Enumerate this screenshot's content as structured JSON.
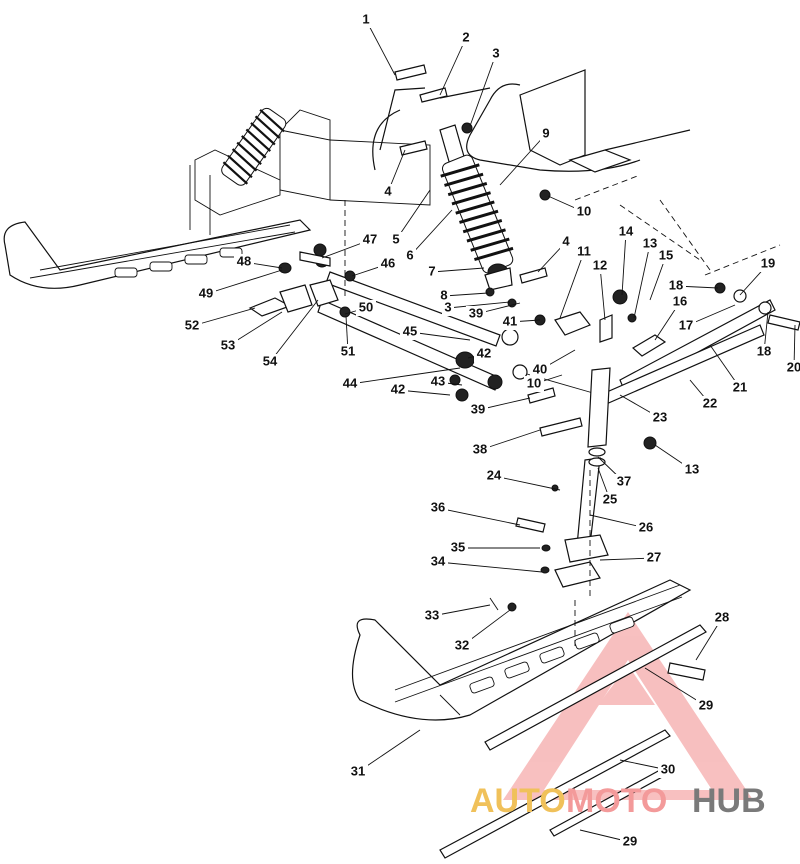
{
  "diagram": {
    "callouts": [
      "1",
      "2",
      "3",
      "4",
      "9",
      "5",
      "6",
      "10",
      "4",
      "11",
      "14",
      "13",
      "15",
      "47",
      "7",
      "12",
      "48",
      "46",
      "19",
      "18",
      "8",
      "16",
      "49",
      "3",
      "39",
      "52",
      "50",
      "41",
      "17",
      "18",
      "20",
      "53",
      "54",
      "51",
      "45",
      "42",
      "40",
      "21",
      "22",
      "44",
      "43",
      "10",
      "42",
      "39",
      "23",
      "38",
      "13",
      "24",
      "37",
      "25",
      "26",
      "36",
      "35",
      "27",
      "34",
      "28",
      "33",
      "32",
      "29",
      "31",
      "30",
      "29"
    ]
  },
  "watermark": {
    "part1": "AUTO",
    "part2": "MOTO",
    "part3": "HUB",
    "color1": "#f0c15a",
    "color2": "#f39a9a",
    "color3": "#7a7a7a"
  }
}
